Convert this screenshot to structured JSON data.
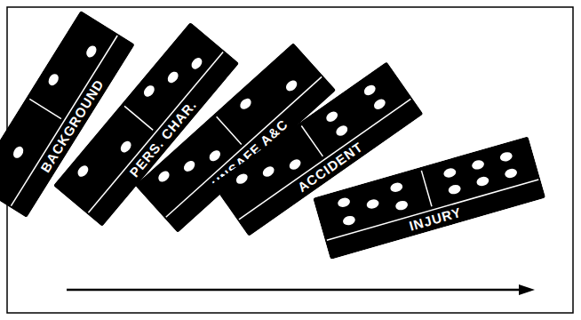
{
  "diagram": {
    "nodes": [
      {
        "text": [
          "BACKGROUND"
        ]
      },
      {
        "text": [
          "PERS. CHAR."
        ]
      },
      {
        "text": [
          "UNSAFE A&C"
        ]
      },
      {
        "text": [
          "ACCIDENT"
        ]
      },
      {
        "text": [
          "INJURY"
        ]
      }
    ]
  }
}
